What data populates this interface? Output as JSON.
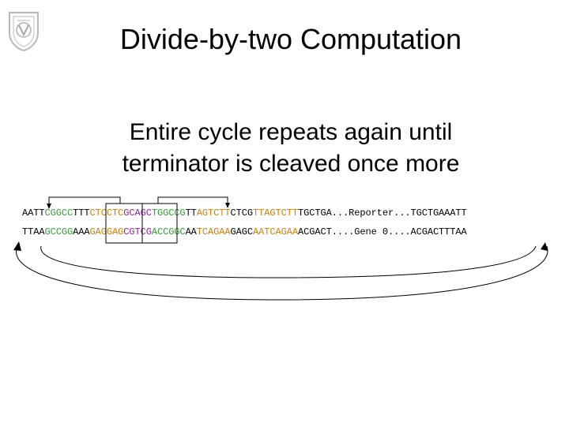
{
  "slide": {
    "title": "Divide-by-two Computation",
    "subtitle_line1": "Entire cycle repeats again until",
    "subtitle_line2": "terminator is cleaved once more",
    "logo_icon": "technion-logo-icon"
  },
  "colors": {
    "green": "#3a9a3a",
    "purple": "#8a2a9a",
    "orange": "#c8820a",
    "black": "#000000"
  },
  "sequence": {
    "top_strand": [
      {
        "text": "AATT",
        "color": "black"
      },
      {
        "text": "CGGCC",
        "color": "green"
      },
      {
        "text": "TTT",
        "color": "black"
      },
      {
        "text": "CTCCTC",
        "color": "orange"
      },
      {
        "text": "GCAGC",
        "color": "purple"
      },
      {
        "text": "TGGCCG",
        "color": "green"
      },
      {
        "text": "TT",
        "color": "black"
      },
      {
        "text": "AGTCTT",
        "color": "orange"
      },
      {
        "text": "CTCG",
        "color": "black"
      },
      {
        "text": "TTAGTCTT",
        "color": "orange"
      },
      {
        "text": "TGCTGA...Reporter...TGCTGAAATT",
        "color": "black"
      }
    ],
    "bottom_strand": [
      {
        "text": "TTAA",
        "color": "black"
      },
      {
        "text": "GCCGG",
        "color": "green"
      },
      {
        "text": "AAA",
        "color": "black"
      },
      {
        "text": "GAGGAG",
        "color": "orange"
      },
      {
        "text": "CGTCG",
        "color": "purple"
      },
      {
        "text": "ACCGGC",
        "color": "green"
      },
      {
        "text": "AA",
        "color": "black"
      },
      {
        "text": "TCAGAA",
        "color": "orange"
      },
      {
        "text": "GAGC",
        "color": "black"
      },
      {
        "text": "AATCAGAA",
        "color": "orange"
      },
      {
        "text": "ACGACT....Gene 0....ACGACTTTAA",
        "color": "black"
      }
    ]
  }
}
